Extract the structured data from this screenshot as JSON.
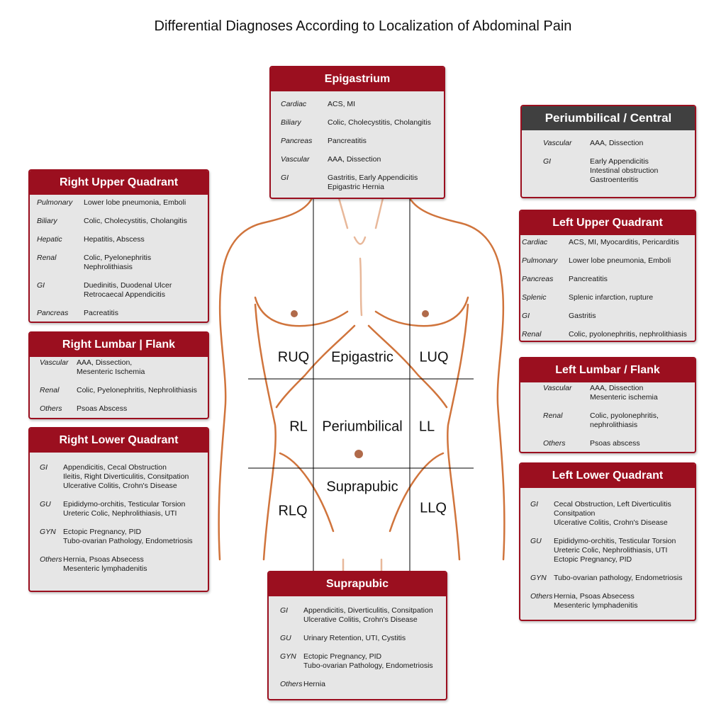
{
  "title": "Differential Diagnoses According to Localization of Abdominal Pain",
  "regions": {
    "ruq": "RUQ",
    "epigastric": "Epigastric",
    "luq": "LUQ",
    "rl": "RL",
    "periumbilical": "Periumbilical",
    "ll": "LL",
    "rlq": "RLQ",
    "suprapubic": "Suprapubic",
    "llq": "LLQ"
  },
  "colors": {
    "accent": "#9b0f1f",
    "dark_header": "#404040",
    "body_outline": "#d0743c",
    "panel": "#e6e6e6"
  },
  "boxes": {
    "epigastrium": {
      "title": "Epigastrium",
      "rows": [
        {
          "cat": "Cardiac",
          "items": [
            "ACS, MI"
          ]
        },
        {
          "cat": "Biliary",
          "items": [
            "Colic, Cholecystitis, Cholangitis"
          ]
        },
        {
          "cat": "Pancreas",
          "items": [
            "Pancreatitis"
          ]
        },
        {
          "cat": "Vascular",
          "items": [
            "AAA, Dissection"
          ]
        },
        {
          "cat": "GI",
          "items": [
            "Gastritis, Early Appendicitis",
            "Epigastric Hernia"
          ]
        }
      ]
    },
    "periumbilical": {
      "title": "Periumbilical / Central",
      "rows": [
        {
          "cat": "Vascular",
          "items": [
            "AAA, Dissection"
          ]
        },
        {
          "cat": "GI",
          "items": [
            "Early Appendicitis",
            "Intestinal obstruction",
            "Gastroenteritis"
          ]
        }
      ]
    },
    "ruq": {
      "title": "Right Upper Quadrant",
      "rows": [
        {
          "cat": "Pulmonary",
          "items": [
            "Lower lobe pneumonia, Emboli"
          ]
        },
        {
          "cat": "Biliary",
          "items": [
            "Colic, Cholecystitis, Cholangitis"
          ]
        },
        {
          "cat": "Hepatic",
          "items": [
            "Hepatitis, Abscess"
          ]
        },
        {
          "cat": "Renal",
          "items": [
            "Colic, Pyelonephritis",
            "Nephrolithiasis"
          ]
        },
        {
          "cat": "GI",
          "items": [
            "Duedinitis, Duodenal Ulcer",
            "Retrocaecal Appendicitis"
          ]
        },
        {
          "cat": "Pancreas",
          "items": [
            "Pacreatitis"
          ]
        }
      ]
    },
    "luq": {
      "title": "Left Upper Quadrant",
      "rows": [
        {
          "cat": "Cardiac",
          "items": [
            "ACS, MI, Myocarditis, Pericarditis"
          ]
        },
        {
          "cat": "Pulmonary",
          "items": [
            "Lower lobe pneumonia, Emboli"
          ]
        },
        {
          "cat": "Pancreas",
          "items": [
            "Pancreatitis"
          ]
        },
        {
          "cat": "Splenic",
          "items": [
            "Splenic infarction, rupture"
          ]
        },
        {
          "cat": "GI",
          "items": [
            "Gastritis"
          ]
        },
        {
          "cat": "Renal",
          "items": [
            "Colic, pyolonephritis, nephrolithiasis"
          ]
        }
      ]
    },
    "rlf": {
      "title": "Right Lumbar | Flank",
      "rows": [
        {
          "cat": "Vascular",
          "items": [
            "AAA, Dissection,",
            "Mesenteric Ischemia"
          ]
        },
        {
          "cat": "Renal",
          "items": [
            "Colic, Pyelonephritis, Nephrolithiasis"
          ]
        },
        {
          "cat": "Others",
          "items": [
            "Psoas Abscess"
          ]
        }
      ]
    },
    "llf": {
      "title": "Left Lumbar / Flank",
      "rows": [
        {
          "cat": "Vascular",
          "items": [
            "AAA, Dissection",
            "Mesenteric ischemia"
          ]
        },
        {
          "cat": "Renal",
          "items": [
            "Colic, pyolonephritis,",
            "nephrolithiasis"
          ]
        },
        {
          "cat": "Others",
          "items": [
            "Psoas abscess"
          ]
        }
      ]
    },
    "rlq": {
      "title": "Right Lower Quadrant",
      "rows": [
        {
          "cat": "GI",
          "items": [
            "Appendicitis, Cecal Obstruction",
            "Ileitis, Right Diverticulitis, Consitpation",
            "Ulcerative Colitis, Crohn's Disease"
          ]
        },
        {
          "cat": "GU",
          "items": [
            "Epididymo-orchitis, Testicular Torsion",
            "Ureteric Colic, Nephrolithiasis, UTI"
          ]
        },
        {
          "cat": "GYN",
          "items": [
            "Ectopic Pregnancy, PID",
            "Tubo-ovarian Pathology, Endometriosis"
          ]
        },
        {
          "cat": "Others",
          "items": [
            "Hernia, Psoas Absecess",
            "Mesenteric lymphadenitis"
          ]
        }
      ]
    },
    "llq": {
      "title": "Left Lower Quadrant",
      "rows": [
        {
          "cat": "GI",
          "items": [
            "Cecal Obstruction, Left Diverticulitis",
            "Consitpation",
            "Ulcerative Colitis, Crohn's Disease"
          ]
        },
        {
          "cat": "GU",
          "items": [
            "Epididymo-orchitis, Testicular Torsion",
            "Ureteric Colic, Nephrolithiasis, UTI",
            "Ectopic Pregnancy, PID"
          ]
        },
        {
          "cat": "GYN",
          "items": [
            "Tubo-ovarian pathology, Endometriosis"
          ]
        },
        {
          "cat": "Others",
          "items": [
            "Hernia, Psoas Absecess",
            "Mesenteric lymphadenitis"
          ]
        }
      ]
    },
    "suprapubic": {
      "title": "Suprapubic",
      "rows": [
        {
          "cat": "GI",
          "items": [
            "Appendicitis, Diverticulitis, Consitpation",
            "Ulcerative Colitis, Crohn's Disease"
          ]
        },
        {
          "cat": "GU",
          "items": [
            "Urinary Retention, UTI, Cystitis"
          ]
        },
        {
          "cat": "GYN",
          "items": [
            "Ectopic Pregnancy, PID",
            "Tubo-ovarian Pathology, Endometriosis"
          ]
        },
        {
          "cat": "Others",
          "items": [
            "Hernia"
          ]
        }
      ]
    }
  }
}
